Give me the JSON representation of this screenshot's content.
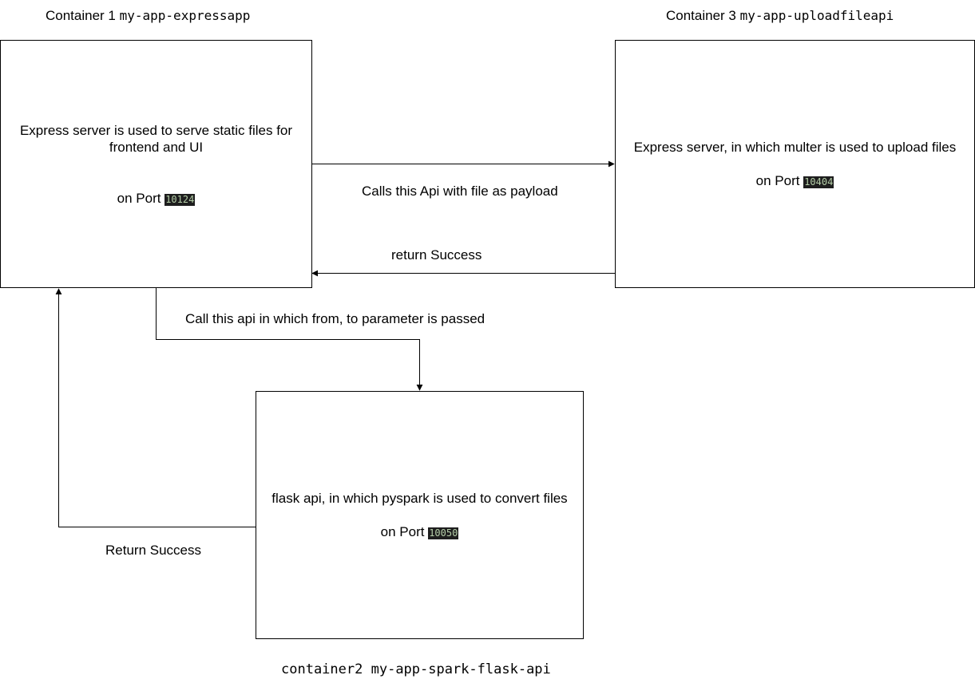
{
  "containers": {
    "express": {
      "title_prefix": "Container 1",
      "title_name": "my-app-expressapp",
      "description": "Express server is used to serve static files for frontend and UI",
      "port_label": "on Port",
      "port": "10124"
    },
    "upload": {
      "title_prefix": "Container 3",
      "title_name": "my-app-uploadfileapi",
      "description": "Express server, in which multer is used to upload files",
      "port_label": "on Port",
      "port": "10404"
    },
    "flask": {
      "title_prefix": "container2",
      "title_name": "my-app-spark-flask-api",
      "description": "flask api, in which pyspark is used to convert files",
      "port_label": "on Port",
      "port": "10050"
    }
  },
  "edges": {
    "express_to_upload": "Calls this Api with file as payload",
    "upload_to_express": "return Success",
    "express_to_flask": "Call this api in which from, to parameter is passed",
    "flask_to_express": "Return Success"
  },
  "colors": {
    "line": "#000000",
    "port_bg": "#1e1e1e",
    "port_text": "#b5cea8"
  }
}
